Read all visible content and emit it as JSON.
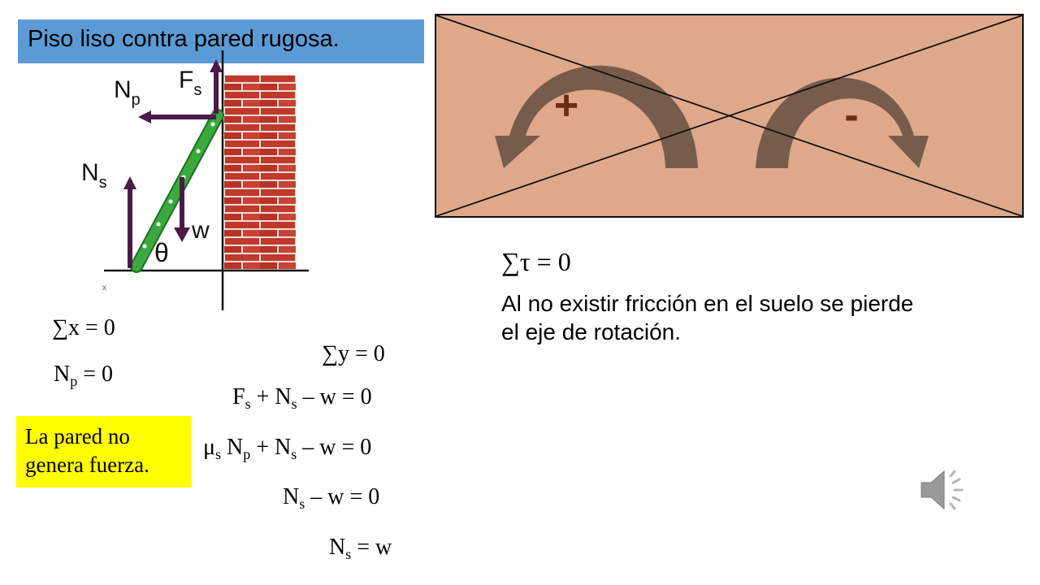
{
  "slide": {
    "title": "Piso liso contra pared rugosa.",
    "diagram_labels": {
      "np": "N",
      "np_sub": "p",
      "fs": "F",
      "fs_sub": "s",
      "ns": "N",
      "ns_sub": "s",
      "w": "w",
      "theta": "θ",
      "x": "x"
    },
    "rotation_signs": {
      "plus": "+",
      "minus": "-"
    },
    "equations_left": {
      "sum_x": "∑x = 0",
      "np_eq_base": "N",
      "np_eq_sub": "p",
      "np_eq_rest": " = 0"
    },
    "equations_right": {
      "sum_y": "∑y = 0",
      "eq1": {
        "a": "F",
        "a_sub": "s",
        "b": " + N",
        "b_sub": "s",
        "c": " – w = 0"
      },
      "eq2": {
        "a": "μ",
        "a_sub": "s",
        "b": " N",
        "b_sub": "p",
        "c": " + N",
        "c_sub": "s",
        "d": " – w = 0"
      },
      "eq3": {
        "a": "N",
        "a_sub": "s",
        "b": " – w = 0"
      },
      "eq4": {
        "a": "N",
        "a_sub": "s",
        "b": " = w"
      }
    },
    "note": {
      "line1": "La pared no",
      "line2": "genera fuerza."
    },
    "torque": {
      "equation": "∑τ = 0",
      "line1": "Al no existir fricción en el suelo se pierde",
      "line2": "el eje de rotación."
    },
    "colors": {
      "title_bg": "#5b9bd5",
      "note_bg": "#ffff00",
      "torque_panel_bg": "#dfa88a",
      "arrow_force": "#4b1a4a",
      "ladder": "#3aaa3e",
      "brick": "#c0392b",
      "rotation_arrow": "#6b5344",
      "sign": "#6b2e10"
    }
  }
}
